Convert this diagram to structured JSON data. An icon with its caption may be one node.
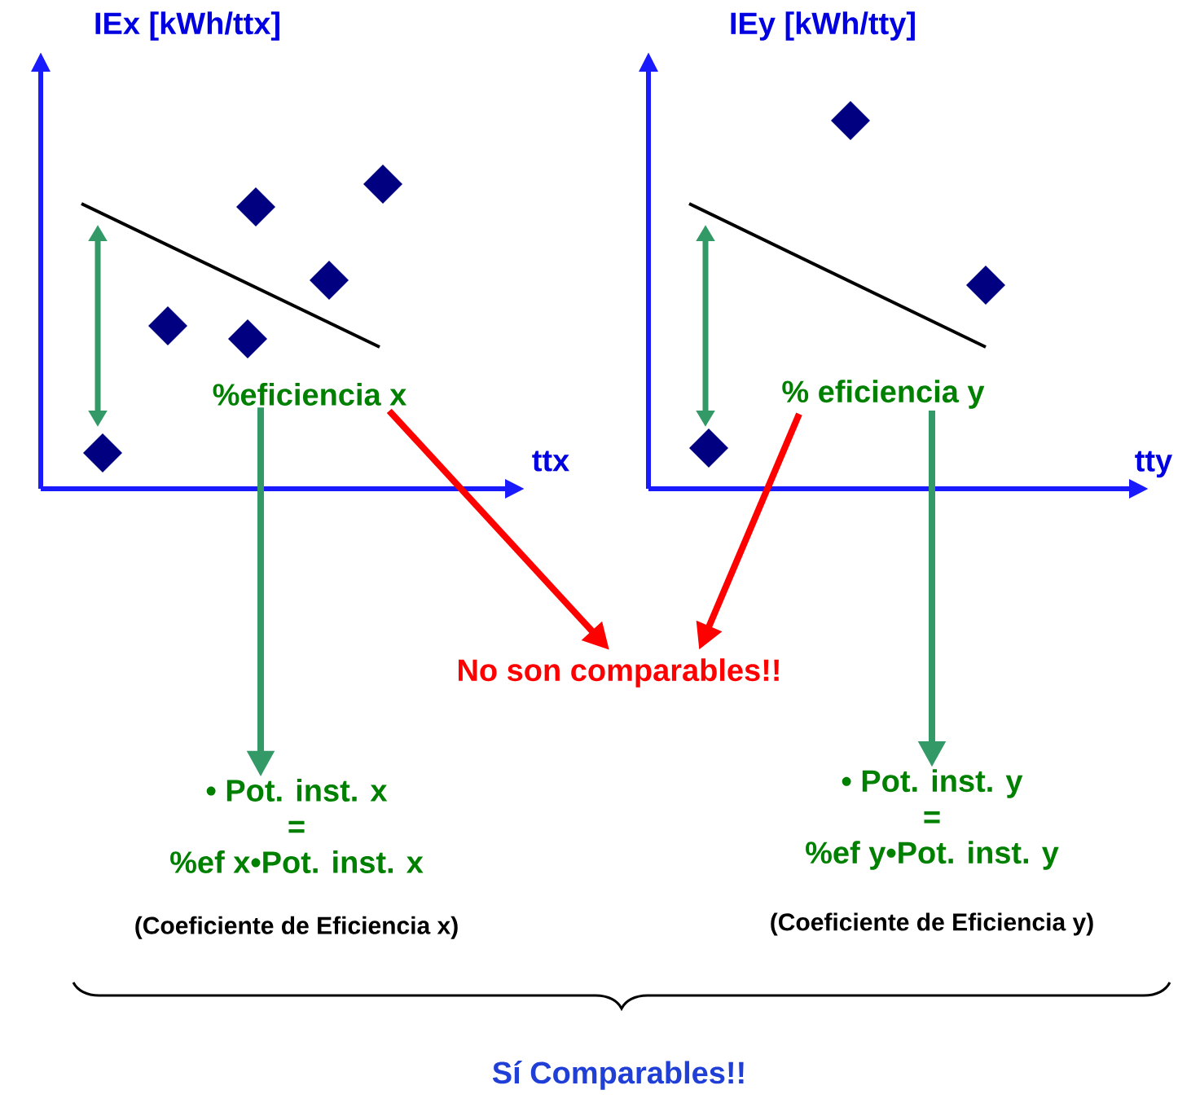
{
  "diagram": {
    "nodes": [
      {
        "text": [
          "%eficiencia x"
        ]
      },
      {
        "text": [
          "% eficiencia y"
        ]
      },
      {
        "text": [
          "No son comparables!!"
        ]
      },
      {
        "text": [
          "• Pot. inst. x",
          "=",
          "%ef x•Pot. inst. x"
        ],
        "beside": [
          "(Coeficiente de Eficiencia x)"
        ]
      },
      {
        "text": [
          "• Pot. inst. y",
          "=",
          "%ef y•Pot. inst. y"
        ],
        "beside": [
          "(Coeficiente de Eficiencia y)"
        ]
      }
    ],
    "edges": [
      {
        "from": 0,
        "to": 3,
        "arrow": "to"
      },
      {
        "from": 1,
        "to": 4,
        "arrow": "to"
      },
      {
        "from": 0,
        "to": 2,
        "arrow": "to",
        "color": "#ff0000"
      },
      {
        "from": 1,
        "to": 2,
        "arrow": "to",
        "color": "#ff0000"
      }
    ],
    "labels": [
      "IEx [kWh/ttx]",
      "ttx",
      "IEy [kWh/tty]",
      "tty",
      "Sí Comparables!!"
    ]
  }
}
